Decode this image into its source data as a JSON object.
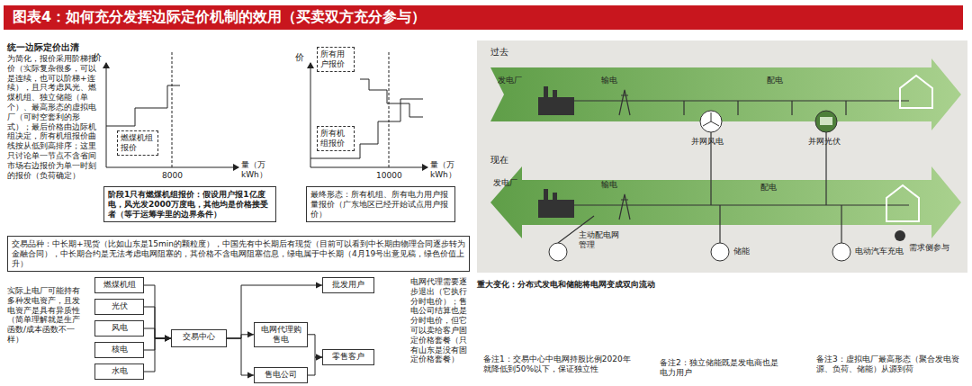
{
  "diagram": {
    "title": "图表4：如何充分发挥边际定价机制的效用（买卖双方充分参与）",
    "nodes": [
      {
        "text": [
          "燃煤机组报价"
        ]
      },
      {
        "text": [
          "所有用户报价"
        ]
      },
      {
        "text": [
          "所有机组报价"
        ]
      },
      {
        "text": [
          "阶段1只有燃煤机组报价：假设用户报1亿度电，风光发2000万度电，其他均是价格接受者（等于运筹学里的边界条件）"
        ]
      },
      {
        "text": [
          "最终形态：所有机组、所有电力用户报量报价（广东地区已经开始试点用户报价）"
        ]
      },
      {
        "text": [
          "交易品种：中长期+现货（比如山东是15min的颗粒度），中国先有中长期后有现货（目前可以看到中长期由物理合同逐步转为金融合同），中长期合约是无法考虑电网阻塞的，其价格不含电网阻塞信息，绿电属于中长期（4月19号出意见稿，绿色价值上升）"
        ]
      },
      {
        "text": [
          "燃煤机组"
        ]
      },
      {
        "text": [
          "光伏"
        ]
      },
      {
        "text": [
          "风电"
        ]
      },
      {
        "text": [
          "核电"
        ]
      },
      {
        "text": [
          "水电"
        ]
      },
      {
        "text": [
          "交易中心"
        ]
      },
      {
        "text": [
          "批发用户"
        ]
      },
      {
        "text": [
          "电网代理购售电"
        ]
      },
      {
        "text": [
          "零售客户"
        ]
      },
      {
        "text": [
          "售电公司"
        ]
      }
    ],
    "edges": [
      {
        "from": 6,
        "to": 11,
        "arrow": "to"
      },
      {
        "from": 7,
        "to": 11,
        "arrow": "to"
      },
      {
        "from": 8,
        "to": 11,
        "arrow": "to"
      },
      {
        "from": 9,
        "to": 11,
        "arrow": "to"
      },
      {
        "from": 10,
        "to": 11,
        "arrow": "to"
      },
      {
        "from": 11,
        "to": 12,
        "arrow": "to"
      },
      {
        "from": 11,
        "to": 13,
        "arrow": "to"
      },
      {
        "from": 11,
        "to": 15,
        "arrow": "to"
      },
      {
        "from": 13,
        "to": 14,
        "arrow": "to"
      },
      {
        "from": 15,
        "to": 14,
        "arrow": "to"
      }
    ],
    "labels": [
      "统一边际定价出清",
      "为简化，报价采用阶梯报价（实际复杂很多，可以是连续，也可以阶梯+连续），且只考虑风光、燃煤机组、独立储能（单个）、最高形态的虚拟电厂（可时空套利的形式）；最后价格由边际机组决定，所有机组报价曲线按从低到高排序；这里只讨论单一节点不含省间市场右边报价为单一时刻的报价（负荷确定）",
      "价",
      "8000",
      "量（万kWh）",
      "价",
      "10000",
      "量（万kWh）",
      "实际上电厂可能持有多种发电资产，且发电资产是具有异质性（简单理解就是生产函数/成本函数不一样）",
      "电网代理需要逐步退出（它执行分时电价）；售电公司结算也是分时电价，但它可以卖给客户固定价格套餐（只有山东是没有固定价格套餐）",
      "过去",
      "发电厂",
      "输电",
      "配电",
      "现在",
      "发电厂",
      "输电",
      "并网风电",
      "并网光伏",
      "配电",
      "主动配电网管理",
      "储能",
      "电动汽车充电",
      "需求侧参与",
      "重大变化：分布式发电和储能将电网变成双向流动",
      "备注1：交易中心中电网持股比例2020年就降低到50%以下，保证独立性",
      "备注2：独立储能既是发电商也是电力用户",
      "备注3：虚拟电厂最高形态（聚合发电资源、负荷、储能）从源到荷"
    ]
  }
}
